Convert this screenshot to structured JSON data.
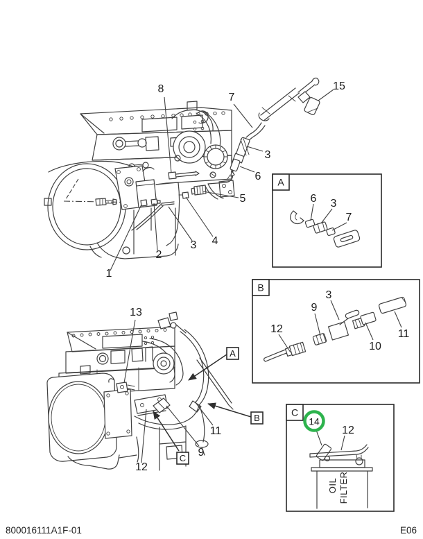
{
  "page": {
    "doc_number": "800016111A1F-01",
    "page_code": "E06"
  },
  "colors": {
    "background": "#ffffff",
    "line_art": "#3f3f3f",
    "label_text": "#1c1c1c",
    "highlight_green": "#2db34d"
  },
  "upper_view": {
    "callouts": {
      "c1": "1",
      "c2": "2",
      "c3_pipe": "3",
      "c4": "4",
      "c5": "5",
      "c6": "6",
      "c7": "7",
      "c8": "8",
      "c3_fitting": "3",
      "c15": "15"
    }
  },
  "lower_view": {
    "callouts": {
      "c13": "13",
      "c11": "11",
      "c9": "9",
      "c12": "12"
    },
    "refs": {
      "a": "A",
      "b": "B",
      "c": "C"
    }
  },
  "inset_a": {
    "title": "A",
    "callouts": {
      "c6": "6",
      "c3": "3",
      "c7": "7"
    }
  },
  "inset_b": {
    "title": "B",
    "callouts": {
      "c12": "12",
      "c9": "9",
      "c3": "3",
      "c10": "10",
      "c11": "11"
    }
  },
  "inset_c": {
    "title": "C",
    "callouts": {
      "c14": "14",
      "c12": "12"
    },
    "caption_line1": "OIL",
    "caption_line2": "FILTER"
  }
}
